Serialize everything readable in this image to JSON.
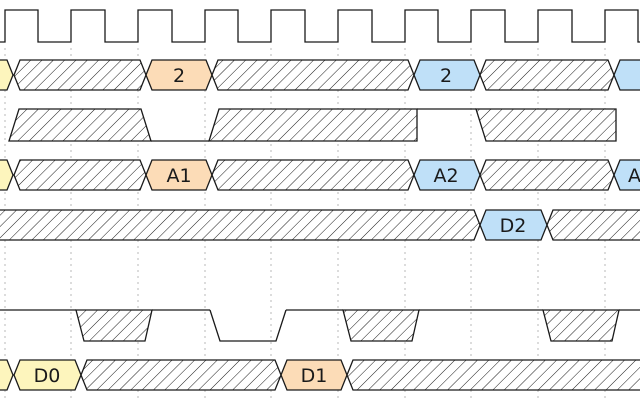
{
  "colors": {
    "yellow": "#fdf5bd",
    "orange": "#fcdcb7",
    "blue": "#bfe0f8",
    "line": "#1a1a1a",
    "grid": "#b8b8b8"
  },
  "labels": {
    "len_1": "2",
    "len_2": "2",
    "addr_1": "A1",
    "addr_2": "A2",
    "addr_3": "A",
    "wdata_1": "D2",
    "rdata_0": "D0",
    "rdata_1": "D1"
  }
}
